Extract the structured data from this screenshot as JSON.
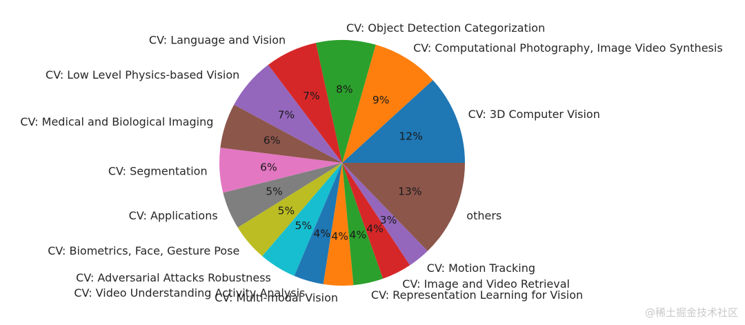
{
  "chart_data": {
    "type": "pie",
    "title": "",
    "start_angle_deg": 0,
    "direction": "counterclockwise",
    "slices": [
      {
        "label": "CV: 3D Computer Vision",
        "value": 12,
        "pct_label": "12%",
        "color": "#1f77b4"
      },
      {
        "label": "CV: Computational Photography, Image Video Synthesis",
        "value": 9,
        "pct_label": "9%",
        "color": "#ff7f0e"
      },
      {
        "label": "CV: Object Detection Categorization",
        "value": 8,
        "pct_label": "8%",
        "color": "#2ca02c"
      },
      {
        "label": "CV: Language and Vision",
        "value": 7,
        "pct_label": "7%",
        "color": "#d62728"
      },
      {
        "label": "CV: Low Level Physics-based Vision",
        "value": 7,
        "pct_label": "7%",
        "color": "#9467bd"
      },
      {
        "label": "CV: Medical and Biological Imaging",
        "value": 6,
        "pct_label": "6%",
        "color": "#8c564b"
      },
      {
        "label": "CV: Segmentation",
        "value": 6,
        "pct_label": "6%",
        "color": "#e377c2"
      },
      {
        "label": "CV: Applications",
        "value": 5,
        "pct_label": "5%",
        "color": "#7f7f7f"
      },
      {
        "label": "CV: Biometrics, Face, Gesture Pose",
        "value": 5,
        "pct_label": "5%",
        "color": "#bcbd22"
      },
      {
        "label": "CV: Adversarial Attacks Robustness",
        "value": 5,
        "pct_label": "5%",
        "color": "#17becf"
      },
      {
        "label": "CV: Video Understanding Activity Analysis",
        "value": 4,
        "pct_label": "4%",
        "color": "#1f77b4"
      },
      {
        "label": "CV: Multi-modal Vision",
        "value": 4,
        "pct_label": "4%",
        "color": "#ff7f0e"
      },
      {
        "label": "CV: Representation Learning for Vision",
        "value": 4,
        "pct_label": "4%",
        "color": "#2ca02c"
      },
      {
        "label": "CV: Image and Video Retrieval",
        "value": 4,
        "pct_label": "4%",
        "color": "#d62728"
      },
      {
        "label": "CV: Motion Tracking",
        "value": 3,
        "pct_label": "3%",
        "color": "#9467bd"
      },
      {
        "label": "others",
        "value": 13,
        "pct_label": "13%",
        "color": "#8c564b"
      }
    ]
  },
  "watermark": "@稀土掘金技术社区"
}
